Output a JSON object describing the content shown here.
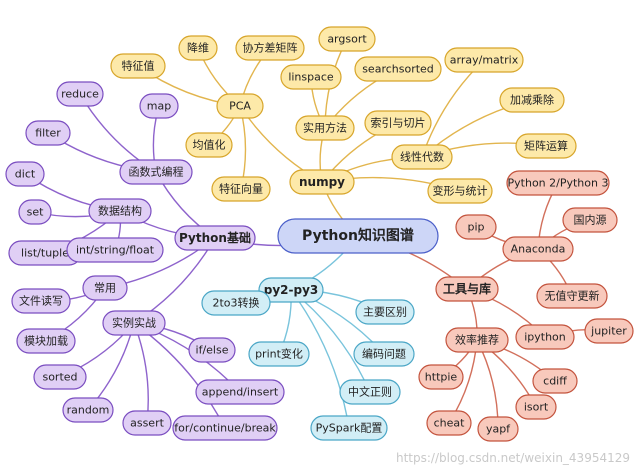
{
  "colors": {
    "root": {
      "fill": "#cdd6f7",
      "stroke": "#4b5fc9"
    },
    "numpy": {
      "fill": "#fde9a9",
      "stroke": "#d7a52a",
      "line": "#e2b54e"
    },
    "python": {
      "fill": "#e0cff5",
      "stroke": "#7a4dc0",
      "line": "#8e63cc"
    },
    "py2": {
      "fill": "#d2eef6",
      "stroke": "#4aa6c6",
      "line": "#79c4dc"
    },
    "tools": {
      "fill": "#f8c9bc",
      "stroke": "#c3533d",
      "line": "#d2705c"
    }
  },
  "root": {
    "label": "Python知识图谱"
  },
  "branches": [
    {
      "id": "numpy",
      "label": "numpy",
      "theme": "numpy",
      "children": [
        {
          "label": "PCA",
          "children": [
            {
              "label": "特征值"
            },
            {
              "label": "降维"
            },
            {
              "label": "协方差矩阵"
            },
            {
              "label": "均值化"
            },
            {
              "label": "特征向量"
            }
          ]
        },
        {
          "label": "实用方法",
          "children": [
            {
              "label": "linspace"
            },
            {
              "label": "argsort"
            },
            {
              "label": "searchsorted"
            }
          ]
        },
        {
          "label": "线性代数",
          "children": [
            {
              "label": "array/matrix"
            },
            {
              "label": "加减乘除"
            },
            {
              "label": "矩阵运算"
            }
          ]
        },
        {
          "label": "索引与切片"
        },
        {
          "label": "变形与统计"
        }
      ]
    },
    {
      "id": "python",
      "label": "Python基础",
      "theme": "python",
      "children": [
        {
          "label": "函数式编程",
          "children": [
            {
              "label": "reduce"
            },
            {
              "label": "map"
            },
            {
              "label": "filter"
            }
          ]
        },
        {
          "label": "数据结构",
          "children": [
            {
              "label": "dict"
            },
            {
              "label": "set"
            },
            {
              "label": "list/tuple"
            },
            {
              "label": "int/string/float"
            }
          ]
        },
        {
          "label": "常用",
          "children": [
            {
              "label": "文件读写"
            },
            {
              "label": "模块加载"
            }
          ]
        },
        {
          "label": "实例实战",
          "children": [
            {
              "label": "sorted"
            },
            {
              "label": "random"
            },
            {
              "label": "assert"
            },
            {
              "label": "for/continue/break"
            },
            {
              "label": "append/insert"
            },
            {
              "label": "if/else"
            }
          ]
        }
      ]
    },
    {
      "id": "py2",
      "label": "py2-py3",
      "theme": "py2",
      "children": [
        {
          "label": "2to3转换"
        },
        {
          "label": "主要区别"
        },
        {
          "label": "print变化"
        },
        {
          "label": "编码问题"
        },
        {
          "label": "中文正则"
        },
        {
          "label": "PySpark配置"
        }
      ]
    },
    {
      "id": "tools",
      "label": "工具与库",
      "theme": "tools",
      "children": [
        {
          "label": "Anaconda",
          "children": [
            {
              "label": "Python 2/Python 3"
            },
            {
              "label": "pip"
            },
            {
              "label": "国内源"
            },
            {
              "label": "无值守更新"
            }
          ]
        },
        {
          "label": "效率推荐",
          "children": [
            {
              "label": "httpie"
            },
            {
              "label": "cheat"
            },
            {
              "label": "yapf"
            },
            {
              "label": "isort"
            },
            {
              "label": "cdiff"
            }
          ]
        },
        {
          "label": "ipython",
          "children": [
            {
              "label": "jupiter"
            }
          ]
        }
      ]
    }
  ],
  "watermark": "https://blog.csdn.net/weixin_43954129"
}
